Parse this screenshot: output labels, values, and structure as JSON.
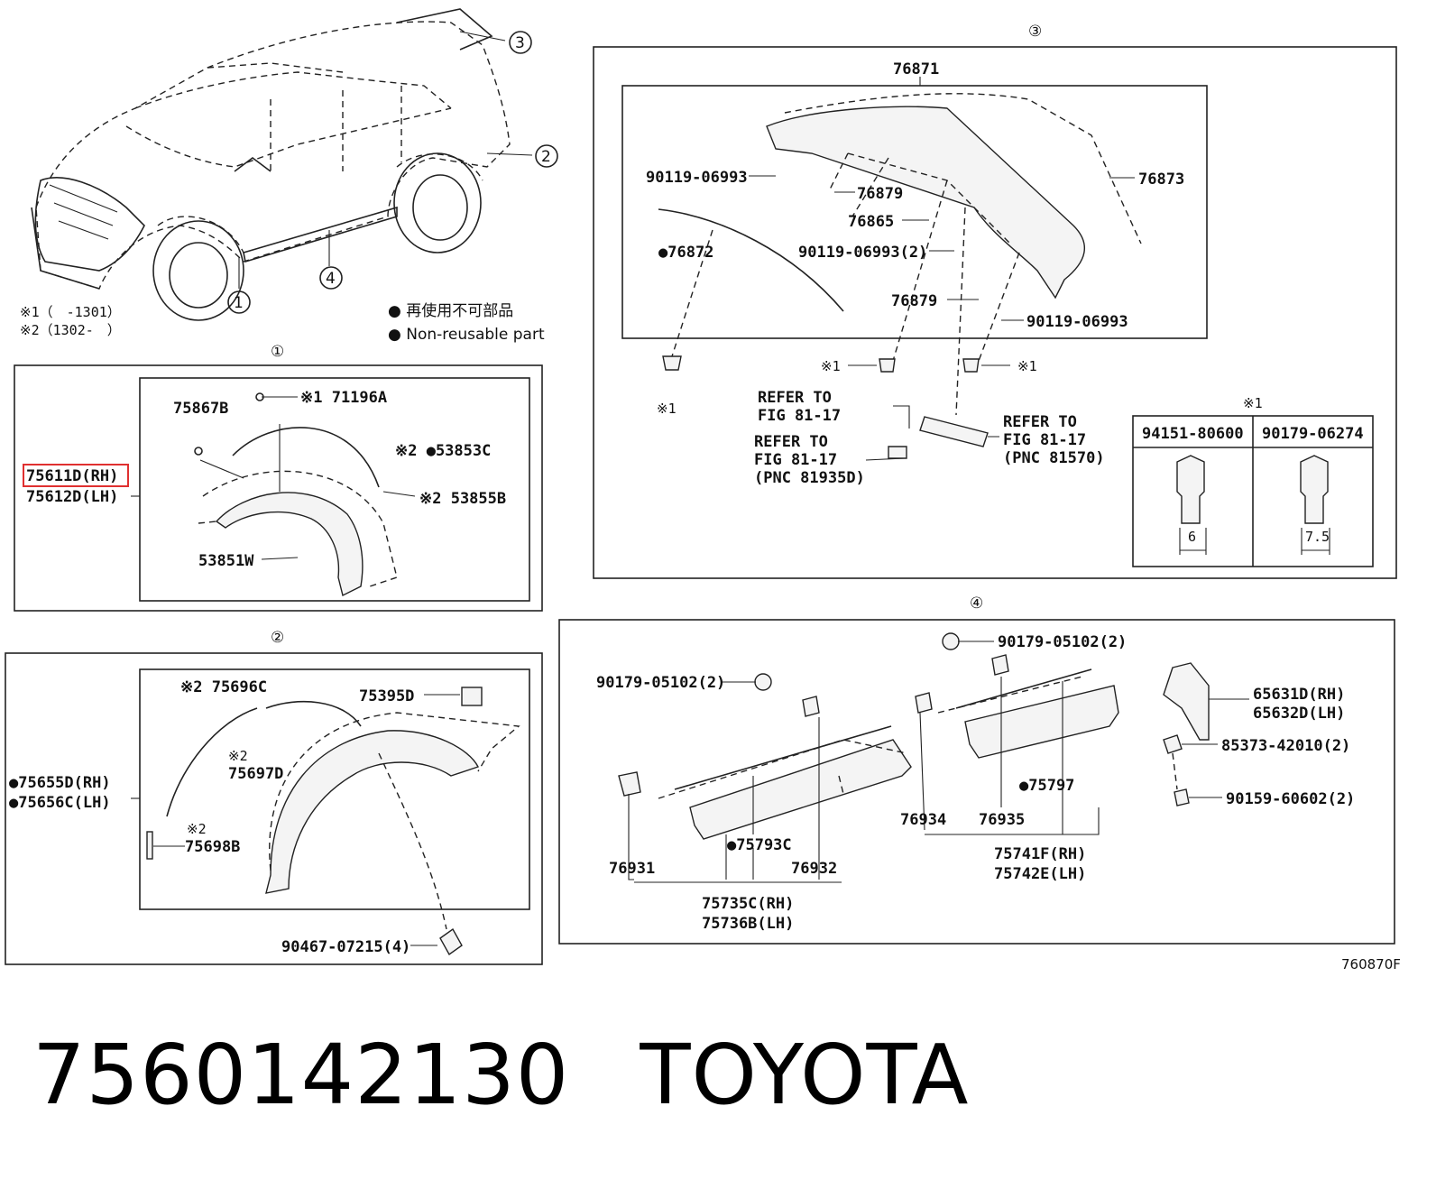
{
  "legend": {
    "note1": "※1（　-1301）",
    "note2": "※2（1302-　）",
    "nonreusable_jp": "● 再使用不可部品",
    "nonreusable_en": "● Non-reusable part"
  },
  "overview": {
    "markers": [
      "①",
      "②",
      "③",
      "④"
    ]
  },
  "panel1": {
    "title": "①",
    "part_rh": "75611D(RH)",
    "part_lh": "75612D(LH)",
    "labels": [
      "75867B",
      "※1 71196A",
      "※2 ●53853C",
      "※2 53855B",
      "53851W"
    ]
  },
  "panel2": {
    "title": "②",
    "part_rh": "●75655D(RH)",
    "part_lh": "●75656C(LH)",
    "labels": [
      "※2 75696C",
      "75395D",
      "※2",
      "75697D",
      "※2",
      "75698B",
      "90467-07215(4)"
    ]
  },
  "panel3": {
    "title": "③",
    "labels": [
      "76871",
      "90119-06993",
      "76879",
      "76873",
      "76865",
      "●76872",
      "90119-06993(2)",
      "76879",
      "90119-06993",
      "※1",
      "※1",
      "※1"
    ],
    "refer1": [
      "REFER TO",
      "FIG 81-17"
    ],
    "refer2": [
      "REFER TO",
      "FIG 81-17",
      "(PNC 81935D)"
    ],
    "refer3": [
      "REFER TO",
      "FIG 81-17",
      "(PNC 81570)"
    ],
    "detail": {
      "title": "※1",
      "col1": "94151-80600",
      "col2": "90179-06274",
      "dim1": "6",
      "dim2": "7.5"
    }
  },
  "panel4": {
    "title": "④",
    "labels": [
      "90179-05102(2)",
      "90179-05102(2)",
      "65631D(RH)",
      "65632D(LH)",
      "85373-42010(2)",
      "90159-60602(2)",
      "●75797",
      "76934",
      "76935",
      "75741F(RH)",
      "75742E(LH)",
      "76931",
      "●75793C",
      "76932",
      "75735C(RH)",
      "75736B(LH)"
    ]
  },
  "figure_code": "760870F",
  "caption": {
    "part_number": "7560142130",
    "brand": "TOYOTA"
  },
  "highlight_color": "#e03030"
}
